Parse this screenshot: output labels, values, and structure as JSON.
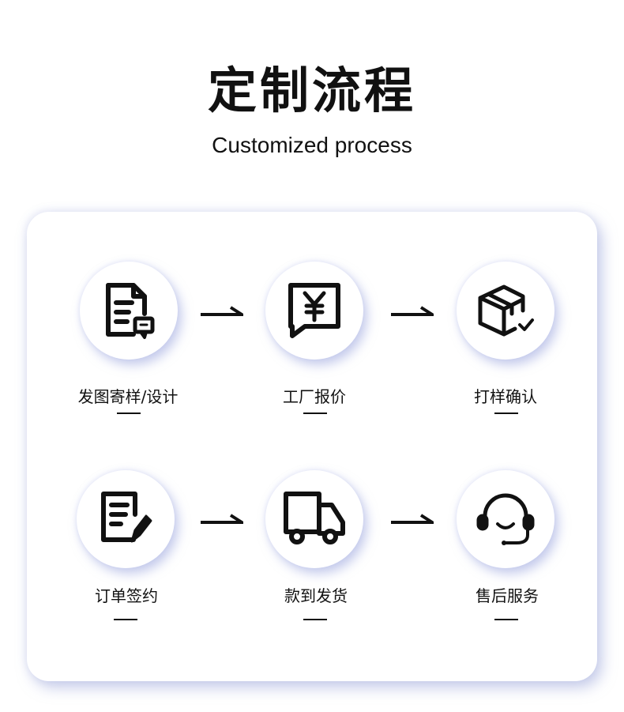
{
  "title": "定制流程",
  "subtitle": "Customized process",
  "steps": [
    {
      "label": "发图寄样/设计",
      "icon": "document-chat-icon"
    },
    {
      "label": "工厂报价",
      "icon": "yen-quote-icon"
    },
    {
      "label": "打样确认",
      "icon": "box-check-icon"
    },
    {
      "label": "订单签约",
      "icon": "contract-pen-icon"
    },
    {
      "label": "款到发货",
      "icon": "delivery-truck-icon"
    },
    {
      "label": "售后服务",
      "icon": "headset-service-icon"
    }
  ],
  "arrow_icon": "right-arrow-icon",
  "colors": {
    "icon": "#111111",
    "shadow": "#96a0d7",
    "background": "#ffffff"
  }
}
